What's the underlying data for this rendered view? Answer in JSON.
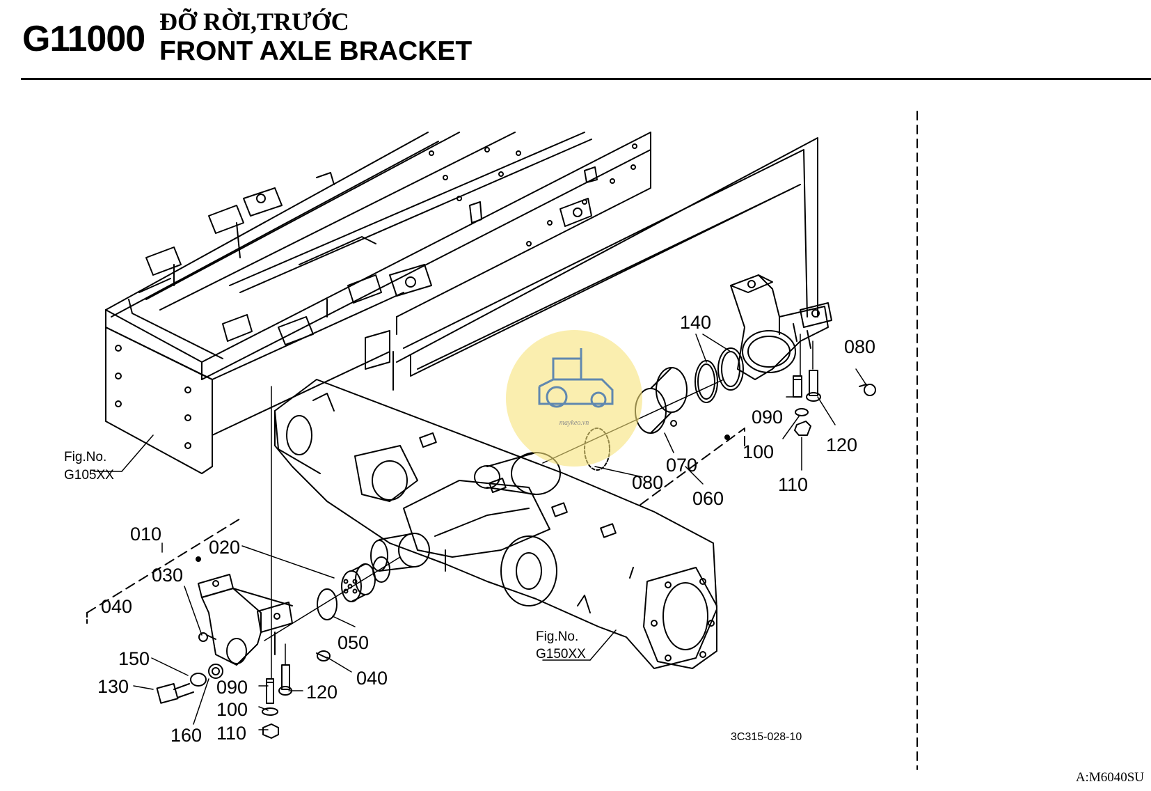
{
  "header": {
    "page_code": "G11000",
    "title_vn": "ĐỠ RỜI,TRƯỚC",
    "title_en": "FRONT AXLE BRACKET"
  },
  "callouts": [
    {
      "id": "c010a",
      "text": "010"
    },
    {
      "id": "c020",
      "text": "020"
    },
    {
      "id": "c030",
      "text": "030"
    },
    {
      "id": "c040a",
      "text": "040"
    },
    {
      "id": "c040b",
      "text": "040"
    },
    {
      "id": "c050",
      "text": "050"
    },
    {
      "id": "c060",
      "text": "060"
    },
    {
      "id": "c070",
      "text": "070"
    },
    {
      "id": "c080a",
      "text": "080"
    },
    {
      "id": "c080b",
      "text": "080"
    },
    {
      "id": "c090a",
      "text": "090"
    },
    {
      "id": "c090b",
      "text": "090"
    },
    {
      "id": "c100a",
      "text": "100"
    },
    {
      "id": "c100b",
      "text": "100"
    },
    {
      "id": "c110a",
      "text": "110"
    },
    {
      "id": "c110b",
      "text": "110"
    },
    {
      "id": "c120a",
      "text": "120"
    },
    {
      "id": "c120b",
      "text": "120"
    },
    {
      "id": "c130",
      "text": "130"
    },
    {
      "id": "c140",
      "text": "140"
    },
    {
      "id": "c150",
      "text": "150"
    },
    {
      "id": "c160",
      "text": "160"
    }
  ],
  "figure_refs": [
    {
      "prefix": "Fig.No.",
      "code": "G105XX"
    },
    {
      "prefix": "Fig.No.",
      "code": "G150XX"
    }
  ],
  "drawing_number": "3C315-028-10",
  "watermark_text": "maykeo.vn",
  "catalog_code": "A:M6040SU"
}
